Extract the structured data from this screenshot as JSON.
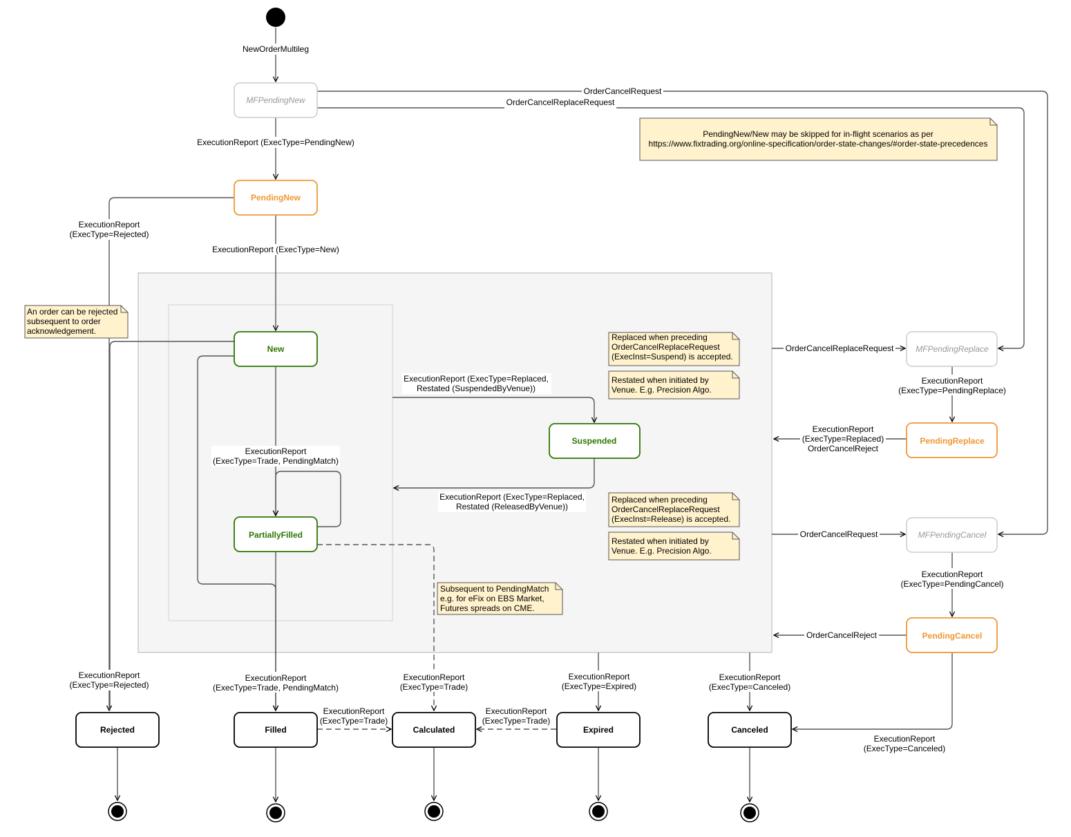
{
  "colors": {
    "line": "#555555",
    "final_border": "#000000",
    "active_green": "#2d7600",
    "pending_orange": "#f09733",
    "mf_gray": "#bbbbbb",
    "note_fill": "#fff2cc",
    "container_fill": "#f5f5f5",
    "container_border": "#cccccc"
  },
  "states": {
    "mf_pending_new": "MFPendingNew",
    "pending_new": "PendingNew",
    "new": "New",
    "partially_filled": "PartiallyFilled",
    "suspended": "Suspended",
    "mf_pending_replace": "MFPendingReplace",
    "pending_replace": "PendingReplace",
    "mf_pending_cancel": "MFPendingCancel",
    "pending_cancel": "PendingCancel",
    "rejected": "Rejected",
    "filled": "Filled",
    "calculated": "Calculated",
    "expired": "Expired",
    "canceled": "Canceled"
  },
  "transitions": {
    "new_order_multileg": "NewOrderMultileg",
    "order_cancel_request_top": "OrderCancelRequest",
    "order_cancel_replace_request_top": "OrderCancelReplaceRequest",
    "er_pending_new": "ExecutionReport (ExecType=PendingNew)",
    "er_new": "ExecutionReport (ExecType=New)",
    "er_rejected_top": [
      "ExecutionReport",
      "(ExecType=Rejected)"
    ],
    "er_rejected_bottom": [
      "ExecutionReport",
      "(ExecType=Rejected)"
    ],
    "er_replaced_suspended": [
      "ExecutionReport (ExecType=Replaced,",
      "Restated (SuspendedByVenue))"
    ],
    "er_replaced_released": [
      "ExecutionReport (ExecType=Replaced,",
      "Restated (ReleasedByVenue))"
    ],
    "er_trade_pendingmatch_inner": [
      "ExecutionReport",
      "(ExecType=Trade, PendingMatch)"
    ],
    "er_trade_pendingmatch_bottom": [
      "ExecutionReport",
      "(ExecType=Trade, PendingMatch)"
    ],
    "er_trade_calc": [
      "ExecutionReport",
      "(ExecType=Trade)"
    ],
    "er_trade_filled_calc": [
      "ExecutionReport",
      "(ExecType=Trade)"
    ],
    "er_trade_expired_calc": [
      "ExecutionReport",
      "(ExecType=Trade)"
    ],
    "er_expired": [
      "ExecutionReport",
      "(ExecType=Expired)"
    ],
    "er_canceled": [
      "ExecutionReport",
      "(ExecType=Canceled)"
    ],
    "er_canceled_right": [
      "ExecutionReport",
      "(ExecType=Canceled)"
    ],
    "ocrr_side": "OrderCancelReplaceRequest",
    "er_pending_replace": [
      "ExecutionReport",
      "(ExecType=PendingReplace)"
    ],
    "er_replaced_reject": [
      "ExecutionReport",
      "(ExecType=Replaced)",
      "OrderCancelReject"
    ],
    "ocr_side": "OrderCancelRequest",
    "er_pending_cancel": [
      "ExecutionReport",
      "(ExecType=PendingCancel)"
    ],
    "ocreject_side": "OrderCancelReject"
  },
  "notes": {
    "skip_note": [
      "PendingNew/New may be skipped for in-flight scenarios as per",
      "https://www.fixtrading.org/online-specification/order-state-changes/#order-state-precedences"
    ],
    "rejected_note": [
      "An order can be rejected",
      "subsequent to order",
      "acknowledgement."
    ],
    "suspend_replaced_note": [
      "Replaced when preceding",
      "OrderCancelReplaceRequest",
      "(ExecInst=Suspend) is accepted."
    ],
    "suspend_restated_note": [
      "Restated when initiated by",
      "Venue. E.g. Precision Algo."
    ],
    "release_replaced_note": [
      "Replaced when preceding",
      "OrderCancelReplaceRequest",
      "(ExecInst=Release) is accepted."
    ],
    "release_restated_note": [
      "Restated when initiated by",
      "Venue. E.g. Precision Algo."
    ],
    "pendingmatch_note": [
      "Subsequent to PendingMatch",
      "e.g. for eFix on EBS Market,",
      "Futures spreads on CME."
    ]
  }
}
